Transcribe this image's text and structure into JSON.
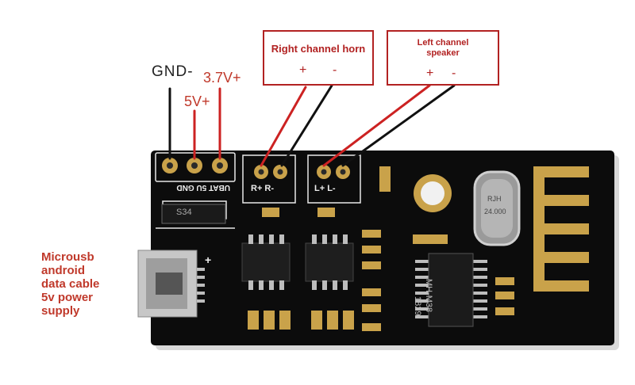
{
  "pins": {
    "gnd_label": "GND-",
    "bat_label": "3.7V+",
    "v5_label": "5V+"
  },
  "right_channel": {
    "title": "Right channel horn",
    "plus": "+",
    "minus": "-"
  },
  "left_channel": {
    "title": "Left channel speaker",
    "plus": "+",
    "minus": "-"
  },
  "usb_note": {
    "lines": [
      "Microusb",
      "android",
      "data cable",
      "5v power",
      "supply"
    ]
  },
  "board": {
    "silk_pins": "UBAT  5U  GND",
    "silk_r": "R+  R-",
    "silk_l": "L+  L-",
    "chip_text_1": "MH-M38",
    "chip_text_2": "1829",
    "crystal_text_1": "RJH",
    "crystal_text_2": "24.000",
    "reg_text": "S34",
    "usb_plus": "+"
  },
  "colors": {
    "accent_red": "#b22222",
    "pcb": "#0c0c0c"
  }
}
